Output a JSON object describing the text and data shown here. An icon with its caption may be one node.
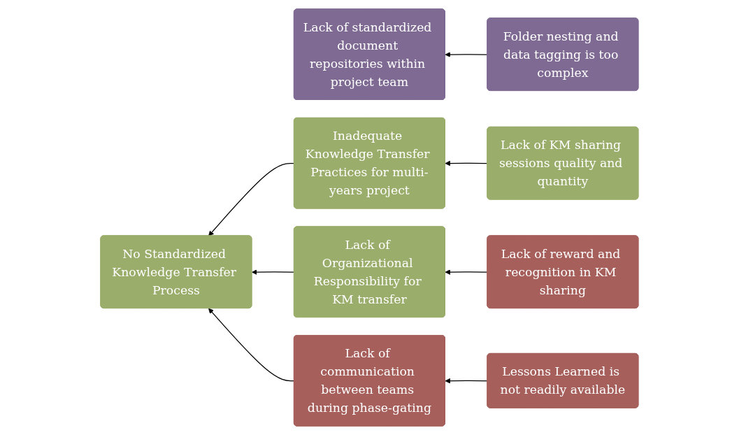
{
  "diagram": {
    "nodes": [
      {
        "text": [
          "Lack of standardized document repositories within project team"
        ]
      },
      {
        "text": [
          "Folder nesting and data tagging is too complex"
        ]
      },
      {
        "text": [
          "Inadequate Knowledge Transfer Practices for multi-years project"
        ]
      },
      {
        "text": [
          "Lack of KM sharing sessions quality and quantity"
        ]
      },
      {
        "text": [
          "No Standardized Knowledge Transfer Process"
        ]
      },
      {
        "text": [
          "Lack of Organizational Responsibility for KM transfer"
        ]
      },
      {
        "text": [
          "Lack of reward and recognition in KM sharing"
        ]
      },
      {
        "text": [
          "Lack of communication between teams during phase-gating"
        ]
      },
      {
        "text": [
          "Lessons Learned is not readily available"
        ]
      }
    ],
    "edges": [
      {
        "from": 1,
        "to": 0,
        "arrow": "to"
      },
      {
        "from": 3,
        "to": 2,
        "arrow": "to"
      },
      {
        "from": 2,
        "to": 4,
        "arrow": "to"
      },
      {
        "from": 6,
        "to": 5,
        "arrow": "to"
      },
      {
        "from": 5,
        "to": 4,
        "arrow": "to"
      },
      {
        "from": 8,
        "to": 7,
        "arrow": "to"
      },
      {
        "from": 7,
        "to": 4,
        "arrow": "to"
      }
    ]
  }
}
